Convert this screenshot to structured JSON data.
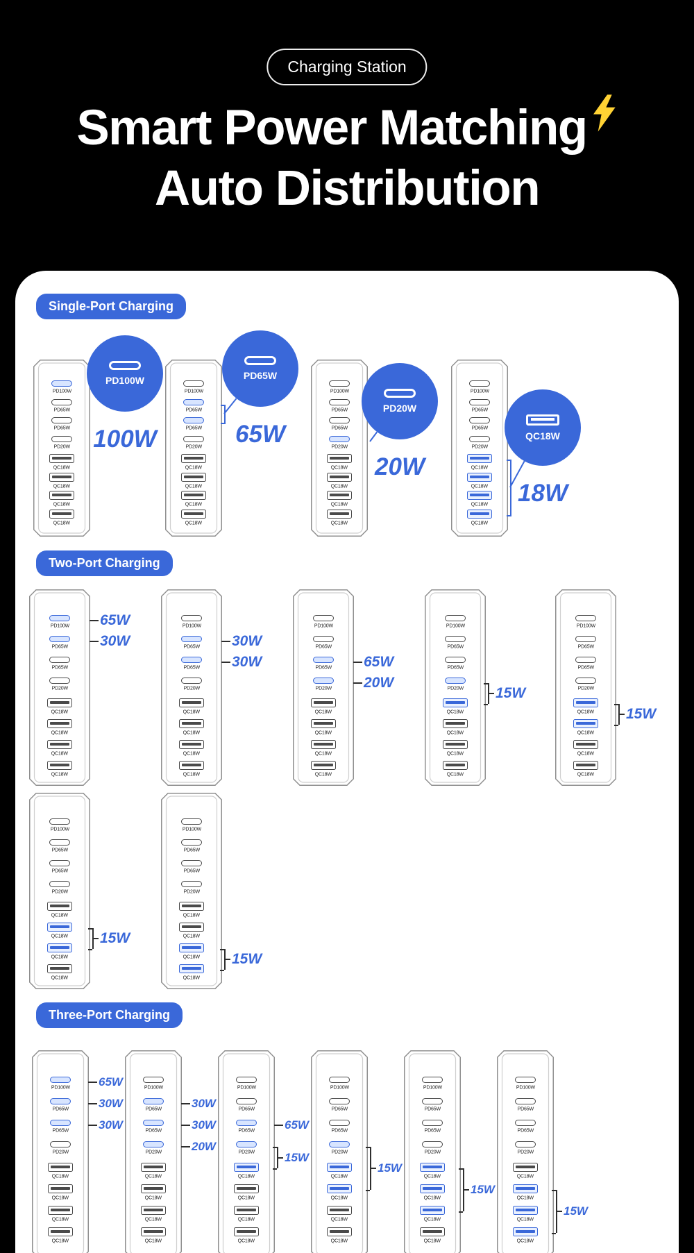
{
  "header": {
    "badge_label": "Charging Station",
    "title_line1": "Smart Power Matching",
    "title_line2": "Auto Distribution",
    "lightning_icon": "lightning-bolt"
  },
  "device_ports": [
    {
      "name": "PD100W",
      "type": "usb-c"
    },
    {
      "name": "PD65W",
      "type": "usb-c"
    },
    {
      "name": "PD65W",
      "type": "usb-c"
    },
    {
      "name": "PD20W",
      "type": "usb-c"
    },
    {
      "name": "QC18W",
      "type": "usb-a"
    },
    {
      "name": "QC18W",
      "type": "usb-a"
    },
    {
      "name": "QC18W",
      "type": "usb-a"
    },
    {
      "name": "QC18W",
      "type": "usb-a"
    }
  ],
  "sections": {
    "single": {
      "label": "Single-Port Charging",
      "chargers": [
        {
          "highlights": [
            0
          ],
          "callout": {
            "port_name": "PD100W",
            "port_type": "usb-c",
            "watt": "100W"
          }
        },
        {
          "highlights": [
            1,
            2
          ],
          "callout": {
            "port_name": "PD65W",
            "port_type": "usb-c",
            "watt": "65W"
          }
        },
        {
          "highlights": [
            3
          ],
          "callout": {
            "port_name": "PD20W",
            "port_type": "usb-c",
            "watt": "20W"
          }
        },
        {
          "highlights": [
            4,
            5,
            6,
            7
          ],
          "callout": {
            "port_name": "QC18W",
            "port_type": "usb-a",
            "watt": "18W"
          }
        }
      ]
    },
    "two": {
      "label": "Two-Port Charging",
      "chargers": [
        {
          "row": 0,
          "col": 0,
          "highlights": [
            0,
            1
          ],
          "labels": [
            {
              "port": 0,
              "text": "65W"
            },
            {
              "port": 1,
              "text": "30W"
            }
          ]
        },
        {
          "row": 0,
          "col": 1,
          "highlights": [
            1,
            2
          ],
          "labels": [
            {
              "port": 1,
              "text": "30W"
            },
            {
              "port": 2,
              "text": "30W"
            }
          ]
        },
        {
          "row": 0,
          "col": 2,
          "highlights": [
            2,
            3
          ],
          "labels": [
            {
              "port": 2,
              "text": "65W"
            },
            {
              "port": 3,
              "text": "20W"
            }
          ]
        },
        {
          "row": 0,
          "col": 3,
          "highlights": [
            3,
            4
          ],
          "labels": [
            {
              "port": 3.5,
              "text": "15W"
            }
          ]
        },
        {
          "row": 0,
          "col": 4,
          "highlights": [
            4,
            5
          ],
          "labels": [
            {
              "port": 4.5,
              "text": "15W"
            }
          ]
        },
        {
          "row": 1,
          "col": 0,
          "highlights": [
            5,
            6
          ],
          "labels": [
            {
              "port": 5.5,
              "text": "15W"
            }
          ]
        },
        {
          "row": 1,
          "col": 1,
          "highlights": [
            6,
            7
          ],
          "labels": [
            {
              "port": 6.5,
              "text": "15W"
            }
          ]
        }
      ]
    },
    "three": {
      "label": "Three-Port Charging",
      "chargers": [
        {
          "row": 0,
          "col": 0,
          "highlights": [
            0,
            1,
            2
          ],
          "labels": [
            {
              "port": 0,
              "text": "65W"
            },
            {
              "port": 1,
              "text": "30W"
            },
            {
              "port": 2,
              "text": "30W"
            }
          ]
        },
        {
          "row": 0,
          "col": 1,
          "highlights": [
            1,
            2,
            3
          ],
          "labels": [
            {
              "port": 1,
              "text": "30W"
            },
            {
              "port": 2,
              "text": "30W"
            },
            {
              "port": 3,
              "text": "20W"
            }
          ]
        },
        {
          "row": 0,
          "col": 2,
          "highlights": [
            2,
            3,
            4
          ],
          "labels": [
            {
              "port": 2,
              "text": "65W"
            },
            {
              "port": 3.5,
              "text": "15W"
            }
          ]
        },
        {
          "row": 0,
          "col": 3,
          "highlights": [
            3,
            4,
            5
          ],
          "labels": [
            {
              "port": 4,
              "text": "15W"
            }
          ]
        },
        {
          "row": 0,
          "col": 4,
          "highlights": [
            4,
            5,
            6
          ],
          "labels": [
            {
              "port": 5,
              "text": "15W"
            }
          ]
        },
        {
          "row": 0,
          "col": 5,
          "highlights": [
            5,
            6,
            7
          ],
          "labels": [
            {
              "port": 6,
              "text": "15W"
            }
          ]
        }
      ]
    }
  },
  "colors": {
    "accent": "#3A68D9",
    "highlight_fill": "#D8E5FF",
    "background": "#000000",
    "card": "#FFFFFF",
    "bolt": "#FFD234"
  }
}
